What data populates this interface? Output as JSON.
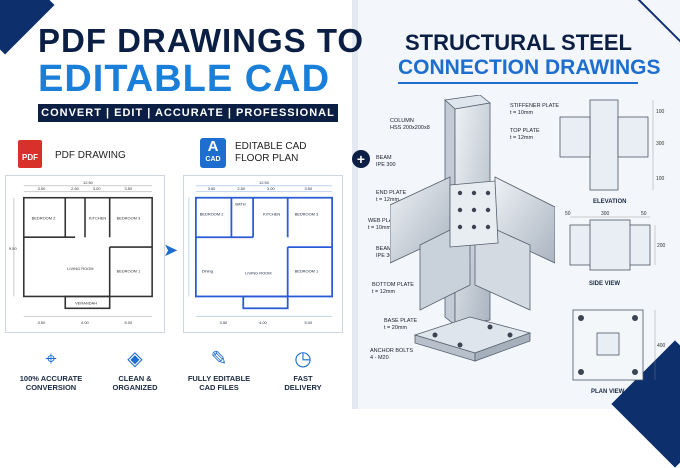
{
  "left": {
    "title_line1": "PDF DRAWINGS TO",
    "title_line2": "EDITABLE CAD",
    "tagline": "CONVERT  |  EDIT  |  ACCURATE  |  PROFESSIONAL",
    "pdf_icon_text": "PDF",
    "pdf_label": "PDF DRAWING",
    "cad_icon_letter": "A",
    "cad_icon_text": "CAD",
    "cad_label_line1": "EDITABLE CAD",
    "cad_label_line2": "FLOOR PLAN",
    "plan_rooms": {
      "bedroom2": "BEDROOM 2",
      "bath": "BATH",
      "kitchen": "KITCHEN",
      "bedroom3": "BEDROOM 3",
      "dining": "Dining",
      "living": "LIVING ROOM",
      "bedroom1": "BEDROOM 1",
      "verandah": "VERANDAH"
    },
    "plan_dims": {
      "top_total": "12.50",
      "top_a": "3.50",
      "top_b": "2.50",
      "top_c": "3.00",
      "top_d": "3.50",
      "bottom_a": "3.50",
      "bottom_b": "4.00",
      "bottom_c": "5.00",
      "left_total": "9.50"
    },
    "features": [
      {
        "icon": "target-icon",
        "glyph": "⌖",
        "line1": "100% ACCURATE",
        "line2": "CONVERSION"
      },
      {
        "icon": "layers-icon",
        "glyph": "◈",
        "line1": "CLEAN &",
        "line2": "ORGANIZED"
      },
      {
        "icon": "edit-icon",
        "glyph": "✎",
        "line1": "FULLY EDITABLE",
        "line2": "CAD FILES"
      },
      {
        "icon": "clock-icon",
        "glyph": "◷",
        "line1": "FAST",
        "line2": "DELIVERY"
      }
    ]
  },
  "right": {
    "title_line1": "STRUCTURAL STEEL",
    "title_line2": "CONNECTION DRAWINGS",
    "callouts": {
      "column": "COLUMN",
      "column_spec": "HSS 200x200x8",
      "beam1": "BEAM",
      "beam1_spec": "IPE 300",
      "end_plate": "END PLATE",
      "end_plate_spec": "t = 12mm",
      "web_plate": "WEB PLATE",
      "web_plate_spec": "t = 10mm",
      "beam2": "BEAM",
      "beam2_spec": "IPE 300",
      "bottom_plate": "BOTTOM PLATE",
      "bottom_plate_spec": "t = 12mm",
      "base_plate": "BASE PLATE",
      "base_plate_spec": "t = 20mm",
      "anchor_bolts": "ANCHOR BOLTS",
      "anchor_bolts_spec": "4 - M20",
      "stiffener_plate": "STIFFENER PLATE",
      "stiffener_plate_spec": "t = 10mm",
      "top_plate": "TOP PLATE",
      "top_plate_spec": "t = 12mm"
    },
    "views": {
      "elevation": "ELEVATION",
      "side_view": "SIDE VIEW",
      "plan_view": "PLAN VIEW",
      "dim_100a": "100",
      "dim_300": "300",
      "dim_100b": "100",
      "dim_50a": "50",
      "dim_300s": "300",
      "dim_50b": "50",
      "dim_200": "200",
      "dim_400": "400"
    }
  }
}
